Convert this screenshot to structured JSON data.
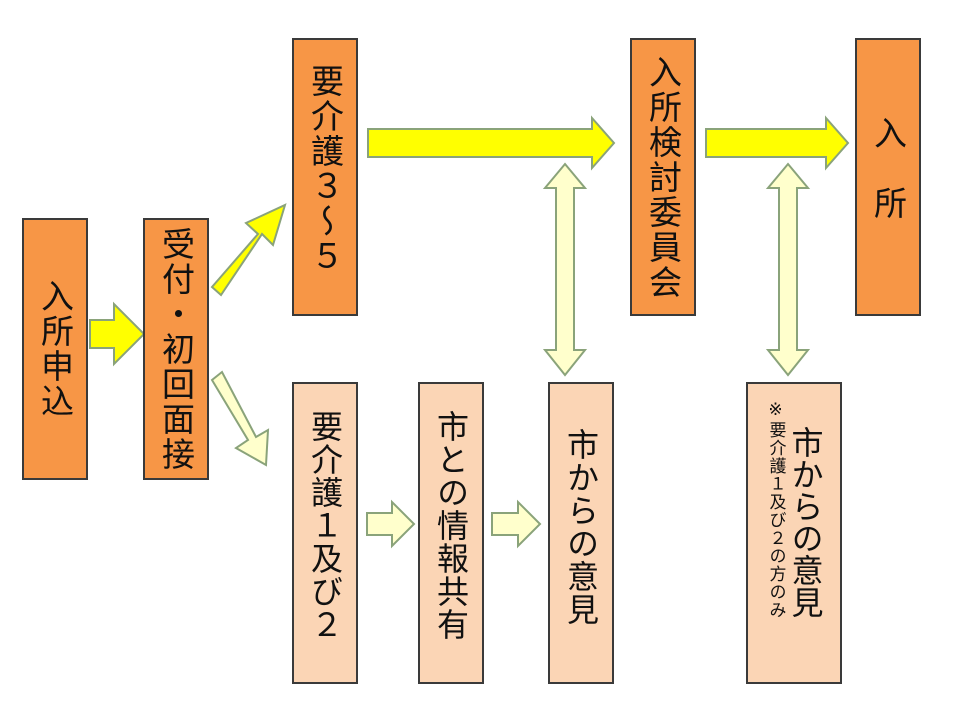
{
  "nodes": {
    "application": "入所申込",
    "reception": "受付・初回面接",
    "care_level_3_5": "要介護３～５",
    "committee": "入所検討委員会",
    "admission": "入　所",
    "care_level_1_2": "要介護１及び２",
    "info_sharing": "市との情報共有",
    "city_opinion_1": "市からの意見",
    "city_opinion_2": "市からの意見",
    "city_opinion_2_note": "※要介護１及び２の方のみ"
  },
  "colors": {
    "strong_box": "#f79646",
    "light_box": "#fbd5b5",
    "strong_arrow": "#ffff00",
    "light_arrow": "#ffffcc",
    "arrow_outline": "#8aa37a"
  }
}
